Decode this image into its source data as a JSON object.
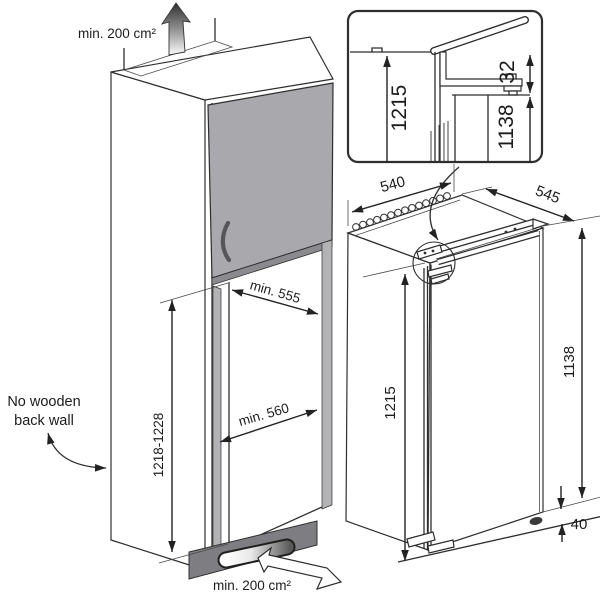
{
  "figure": {
    "title_hint": "Built-in refrigerator installation dimensions diagram",
    "colors": {
      "background": "#ffffff",
      "line": "#2e2e2e",
      "door_gray": "#a9a9ad",
      "panel_gray": "#b3b3b6",
      "plinth_gray": "#7e7e82",
      "edge_gray": "#8b8b8f"
    },
    "cabinet": {
      "top_vent_label": "min. 200 cm²",
      "bottom_vent_label": "min. 200 cm²",
      "niche_depth_label": "min. 555",
      "niche_width_label": "min. 560",
      "niche_height_label": "1218-1228",
      "note_line1": "No wooden",
      "note_line2": "back wall"
    },
    "hinge_detail_inset": {
      "niche_height_label": "1215",
      "top_gap_label": "32",
      "appliance_height_label": "1138"
    },
    "appliance": {
      "width_label": "540",
      "depth_label": "545",
      "height_label": "1215",
      "body_height_label": "1138",
      "base_gap_label": "40"
    }
  }
}
